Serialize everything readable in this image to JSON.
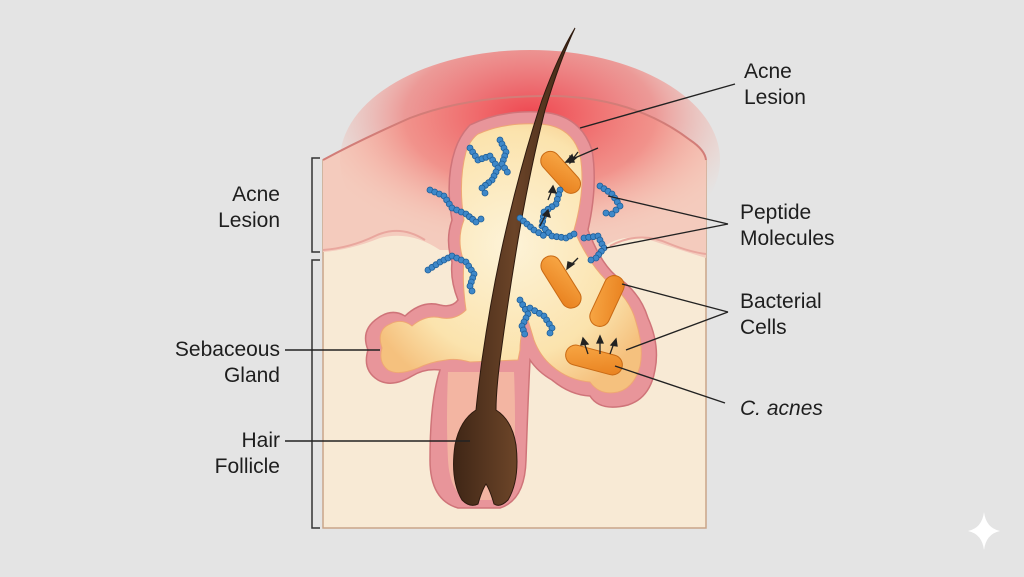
{
  "labels": {
    "acne_lesion_right": [
      "Acne",
      "Lesion"
    ],
    "acne_lesion_left": [
      "Acne",
      "Lesion"
    ],
    "peptide_molecules": [
      "Peptide",
      "Molecules"
    ],
    "bacterial_cells": [
      "Bacterial",
      "Cells"
    ],
    "sebaceous_gland": [
      "Sebaceous",
      "Gland"
    ],
    "hair_follicle": [
      "Hair",
      "Follicle"
    ],
    "c_acnes": "C. acnes"
  },
  "colors": {
    "background": "#e4e4e4",
    "dermis": "#f8ead5",
    "inflammation": "#ee4f55",
    "follicle_wall": "#e8959a",
    "sebum": "#f9dca0",
    "hair": "#5b3a24",
    "bacteria": "#f3952f",
    "peptide": "#3e88c9"
  },
  "icons": [
    "sparkle-icon"
  ]
}
